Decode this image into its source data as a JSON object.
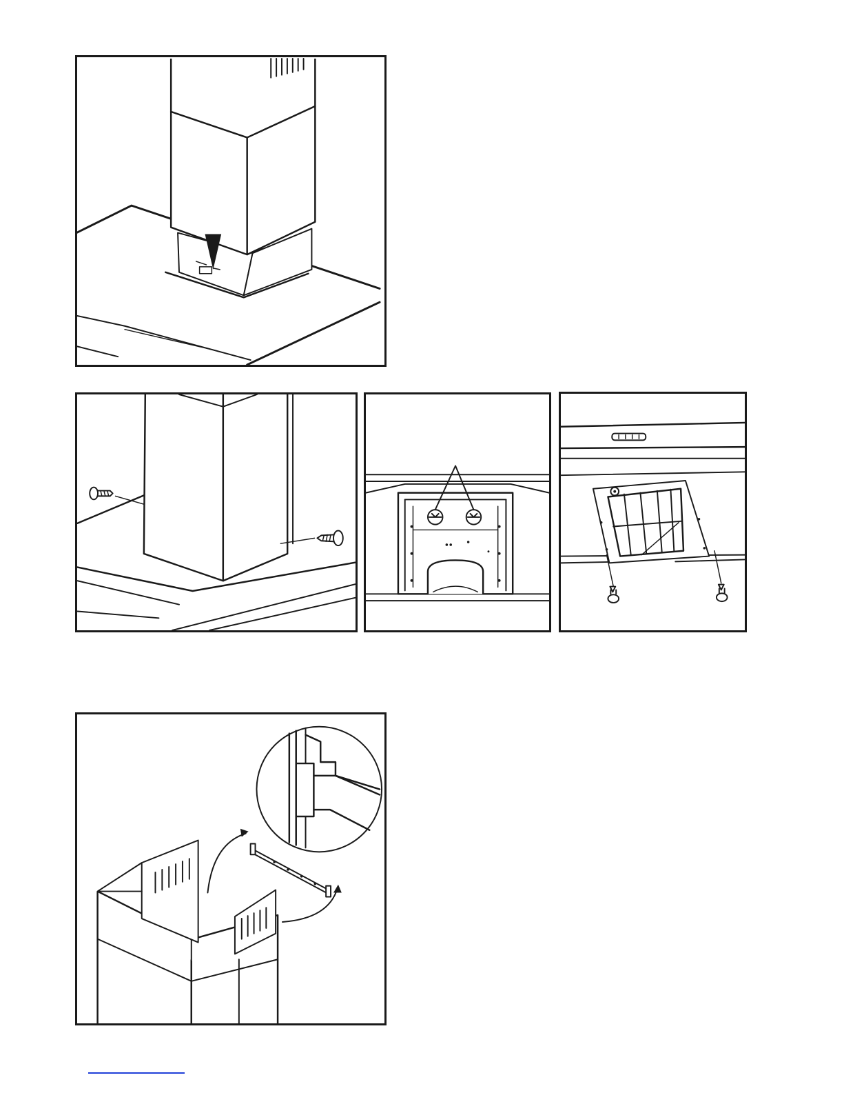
{
  "document": {
    "figures": [
      {
        "id": "chimney-cover-lowering",
        "icon": "down-arrow-icon"
      },
      {
        "id": "chimney-side-screws",
        "icon": "screw-icon"
      },
      {
        "id": "duct-collar-tabs",
        "icon": "circle-callout-icon"
      },
      {
        "id": "filter-frame-screws",
        "icon": "screw-icon"
      },
      {
        "id": "chimney-bracket-assembly",
        "icon": "magnifier-detail-icon"
      }
    ],
    "colors": {
      "line": "#1a1a1a",
      "background": "#ffffff",
      "link": "#1f3fd8"
    }
  }
}
